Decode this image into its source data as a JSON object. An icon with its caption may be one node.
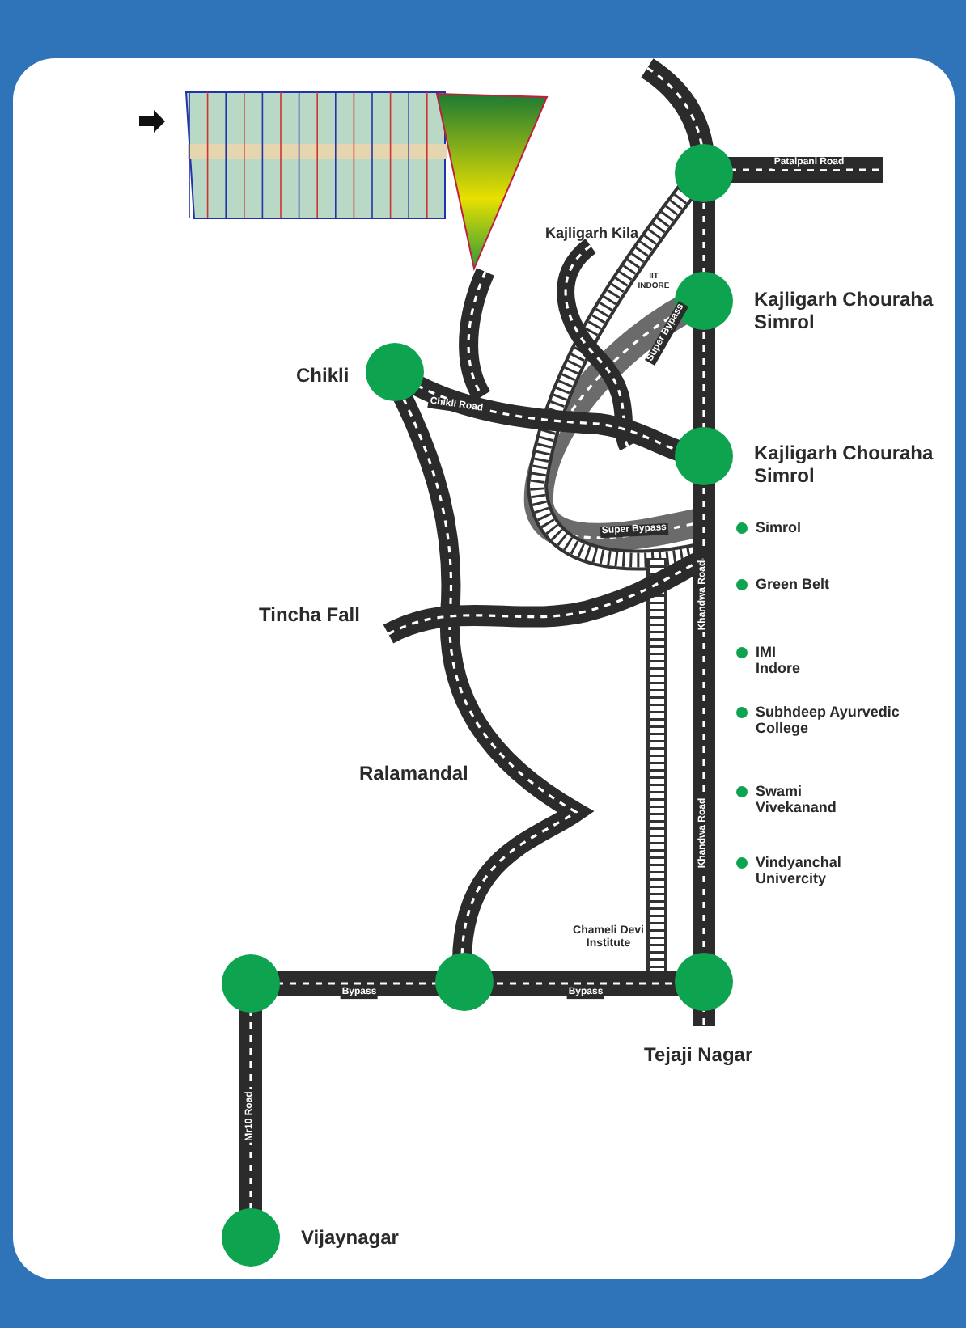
{
  "diagram": {
    "labels": [
      "Patalpani Road",
      "Kajligarh Kila",
      "IIT INDORE",
      "Kajligarh Chouraha Simrol",
      "Super Bypass",
      "Chikli",
      "Chikli Road",
      "Kajligarh Chouraha Simrol",
      "Super Bypass",
      "Simrol",
      "Khandwa Road",
      "Green Belt",
      "Tincha Fall",
      "IMI Indore",
      "Subhdeep Ayurvedic College",
      "Ralamandal",
      "Swami Vivekanand",
      "Khandwa Road",
      "Vindyanchal Univercity",
      "Chameli Devi Institute",
      "Bypass",
      "Bypass",
      "Tejaji Nagar",
      "Mr10 Road",
      "Vijaynagar"
    ]
  }
}
